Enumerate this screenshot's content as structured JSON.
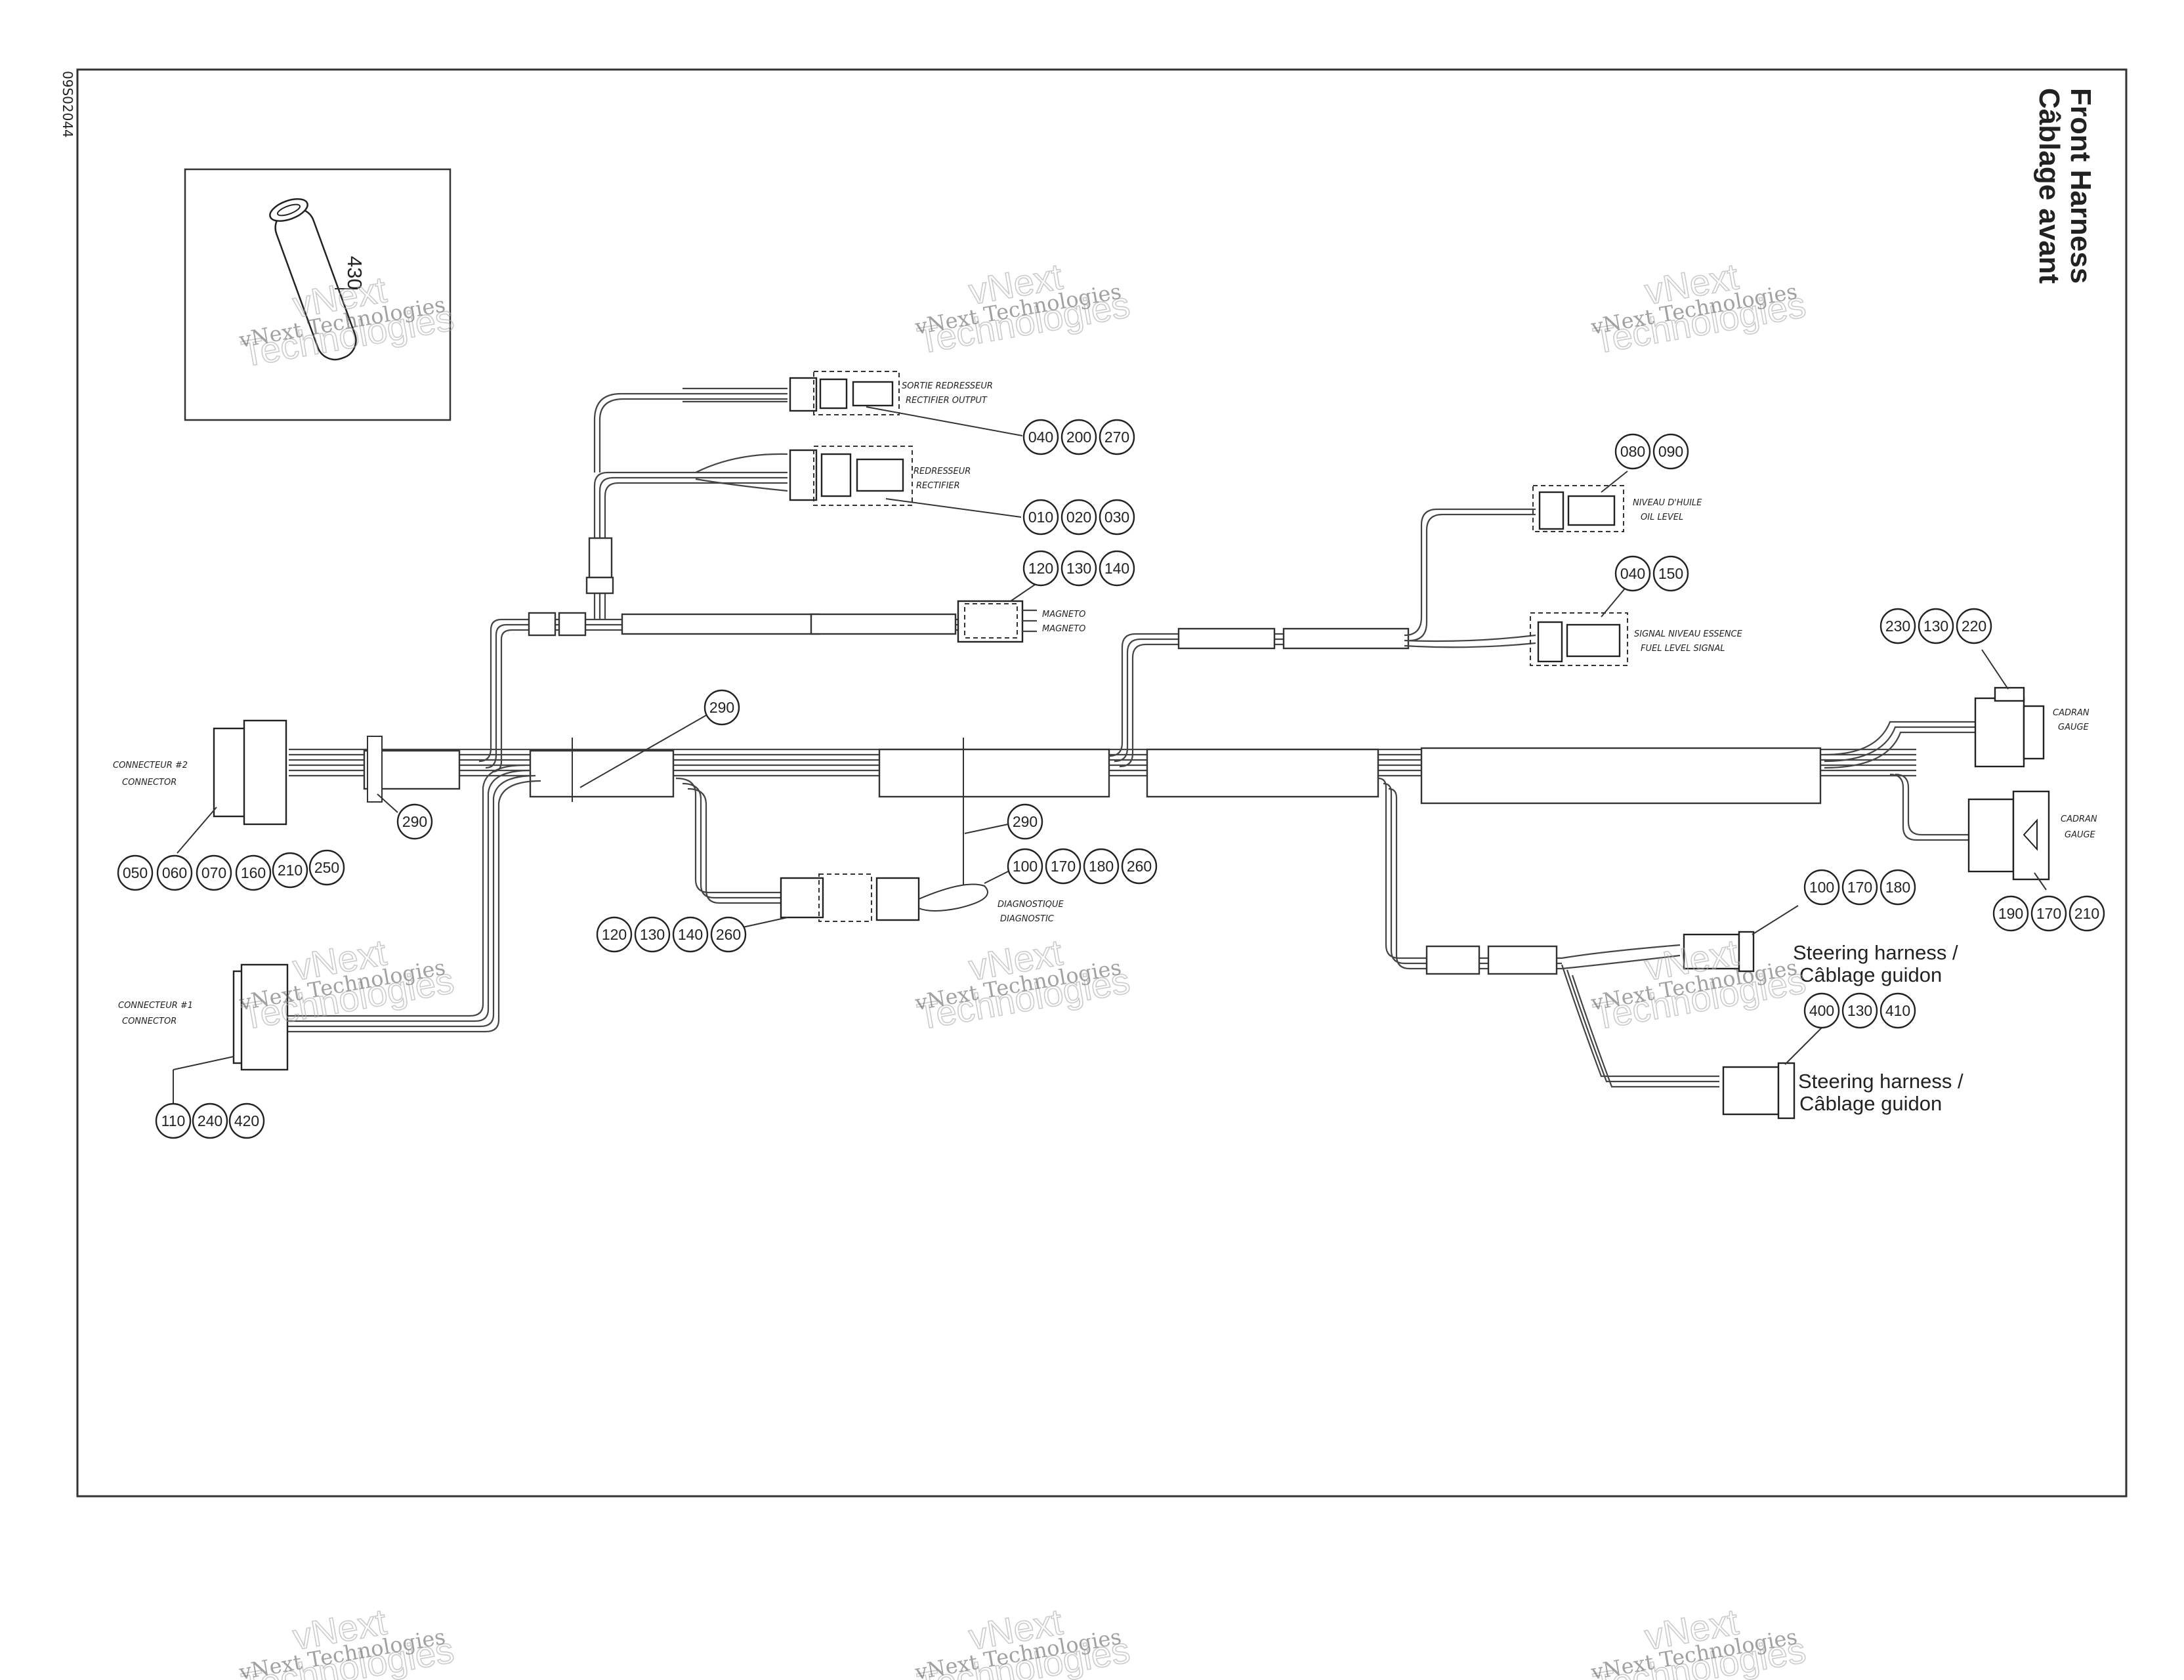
{
  "document": {
    "id": "09S02044",
    "title_en": "Front Harness",
    "title_fr": "Câblage avant"
  },
  "watermark": {
    "line1": "vNext Technologies",
    "line2a": "vNext",
    "line2b": "Technologies"
  },
  "inset": {
    "part": "430"
  },
  "labels": {
    "rectifier_output": [
      "SORTIE REDRESSEUR",
      "RECTIFIER OUTPUT"
    ],
    "rectifier": [
      "REDRESSEUR",
      "RECTIFIER"
    ],
    "magneto": [
      "MAGNETO",
      "MAGNETO"
    ],
    "oil_level": [
      "NIVEAU D'HUILE",
      "OIL LEVEL"
    ],
    "fuel_level": [
      "SIGNAL NIVEAU ESSENCE",
      "FUEL LEVEL SIGNAL"
    ],
    "connector2": [
      "CONNECTEUR #2",
      "CONNECTOR"
    ],
    "connector1": [
      "CONNECTEUR #1",
      "CONNECTOR"
    ],
    "diagnostic": [
      "DIAGNOSTIQUE",
      "DIAGNOSTIC"
    ],
    "gauge1": [
      "CADRAN",
      "GAUGE"
    ],
    "gauge2": [
      "CADRAN",
      "GAUGE"
    ],
    "steering1": [
      "Steering harness /",
      "Câblage guidon"
    ],
    "steering2": [
      "Steering harness /",
      "Câblage guidon"
    ]
  },
  "callouts": {
    "rectifier_output": [
      "040",
      "200",
      "270"
    ],
    "rectifier": [
      "010",
      "020",
      "030"
    ],
    "magneto": [
      "120",
      "130",
      "140"
    ],
    "oil_level": [
      "080",
      "090"
    ],
    "fuel_level": [
      "040",
      "150"
    ],
    "gauge1": [
      "230",
      "130",
      "220"
    ],
    "gauge2": [
      "190",
      "170",
      "210"
    ],
    "connector2": [
      "050",
      "060",
      "070",
      "160",
      "210",
      "250"
    ],
    "connector1": [
      "110",
      "240",
      "420"
    ],
    "clip_290_a": [
      "290"
    ],
    "clip_290_b": [
      "290"
    ],
    "clip_290_c": [
      "290"
    ],
    "diag_right": [
      "100",
      "170",
      "180",
      "260"
    ],
    "diag_left": [
      "120",
      "130",
      "140",
      "260"
    ],
    "steering1": [
      "100",
      "170",
      "180"
    ],
    "steering2": [
      "400",
      "130",
      "410"
    ]
  }
}
